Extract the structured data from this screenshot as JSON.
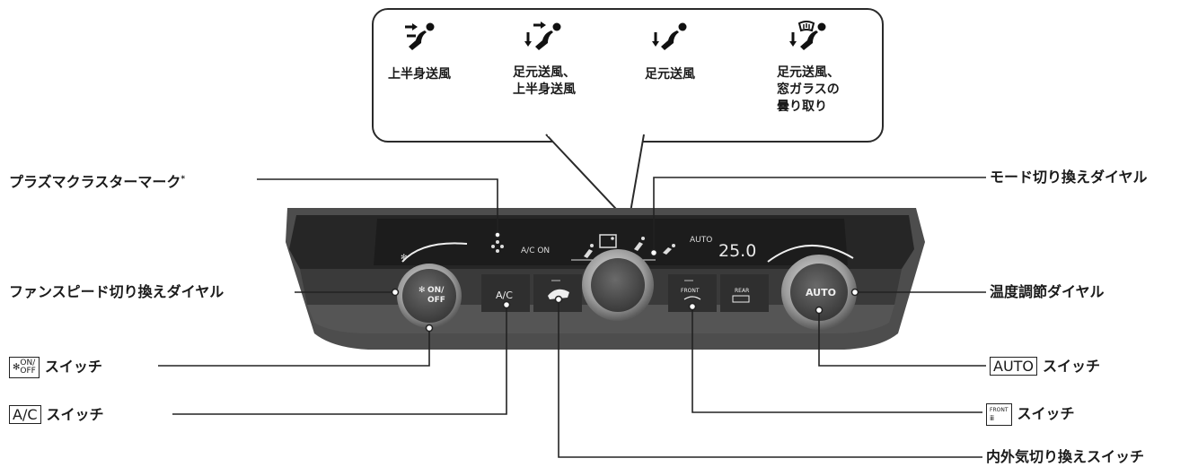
{
  "modes": [
    {
      "icon": "face-vent-icon",
      "label": "上半身送風"
    },
    {
      "icon": "bilevel-vent-icon",
      "label": "足元送風、\n上半身送風"
    },
    {
      "icon": "floor-vent-icon",
      "label": "足元送風"
    },
    {
      "icon": "floor-defrost-icon",
      "label": "足元送風、\n窓ガラスの\n曇り取り"
    }
  ],
  "labels": {
    "plasma": "プラズマクラスターマーク",
    "plasma_mark": "*",
    "fan_speed": "ファンスピード切り換えダイヤル",
    "fan_switch_key_top": "ON/",
    "fan_switch_key_bottom": "OFF",
    "fan_switch": "スイッチ",
    "ac_key": "A/C",
    "ac_switch": "スイッチ",
    "mode_dial": "モード切り換えダイヤル",
    "temp_dial": "温度調節ダイヤル",
    "auto_key": "AUTO",
    "auto_switch": "スイッチ",
    "front_key": "FRONT",
    "front_switch": "スイッチ",
    "recirc_switch": "内外気切り換えスイッチ"
  },
  "panel": {
    "ac_on": "A/C ON",
    "auto_indicator": "AUTO",
    "temp_display": "25.0",
    "fan_knob_top": "ON/",
    "fan_knob_bottom": "OFF",
    "ac_button": "A/C",
    "front_button": "FRONT",
    "rear_button": "REAR",
    "auto_knob": "AUTO"
  }
}
